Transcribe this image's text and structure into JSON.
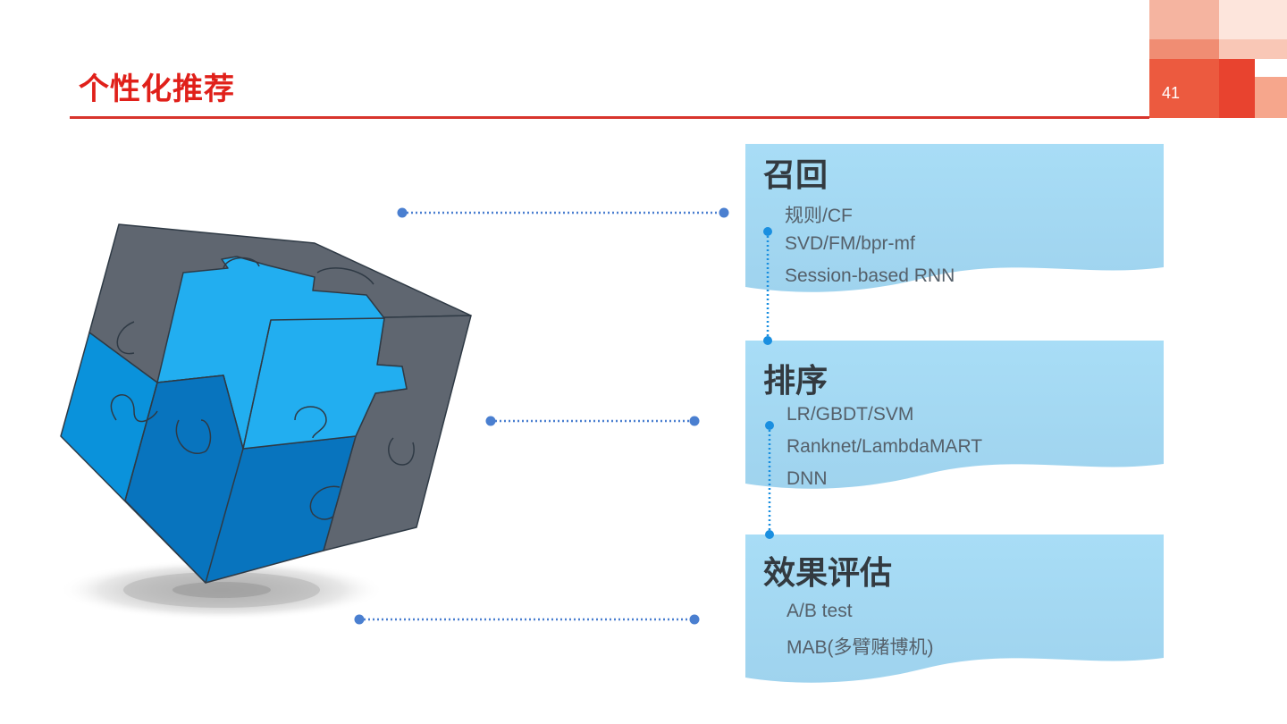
{
  "slide": {
    "title": "个性化推荐",
    "page_number": "41"
  },
  "sections": [
    {
      "title": "召回",
      "items": [
        "规则/CF",
        "SVD/FM/bpr-mf",
        "Session-based RNN"
      ]
    },
    {
      "title": "排序",
      "items": [
        "LR/GBDT/SVM",
        "Ranknet/LambdaMART",
        "DNN"
      ]
    },
    {
      "title": "效果评估",
      "items": [
        "A/B test",
        "MAB(多臂赌博机)"
      ]
    }
  ],
  "colors": {
    "accent_red": "#e0201a",
    "card_blue": "#a4d8f2",
    "connector_blue": "#4a7fd0",
    "cube_gray": "#5f6670",
    "cube_blue_light": "#22aef0",
    "cube_blue_mid": "#0a92db",
    "cube_blue_dark": "#0874be"
  }
}
